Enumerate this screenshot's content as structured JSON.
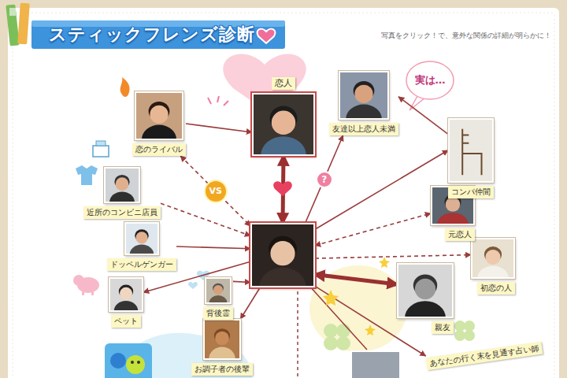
{
  "diagram": {
    "title": "スティックフレンズ診断",
    "nodes": [
      {
        "text": [
          "恋人"
        ]
      },
      {
        "text": [
          "友達以上恋人未満"
        ]
      },
      {
        "text": [
          "恋のライバル"
        ]
      },
      {
        "text": [
          "コンパ仲間"
        ]
      },
      {
        "text": [
          "近所のコンビニ店員"
        ]
      },
      {
        "text": [
          "元恋人"
        ]
      },
      {
        "text": []
      },
      {
        "text": [
          "ドッペルゲンガー"
        ]
      },
      {
        "text": [
          "初恋の人"
        ]
      },
      {
        "text": [
          "背後霊"
        ]
      },
      {
        "text": [
          "ペット"
        ]
      },
      {
        "text": [
          "親友"
        ]
      },
      {
        "text": [
          "お調子者の後輩"
        ]
      },
      {
        "text": [
          "あなたの行く末を見通す占い師"
        ]
      }
    ],
    "edges": [
      {
        "from": 0,
        "to": 6,
        "arrow": "both"
      },
      {
        "from": 2,
        "to": 0,
        "arrow": "to"
      },
      {
        "from": 2,
        "to": 6,
        "arrow": "both",
        "label": "VS"
      },
      {
        "from": 6,
        "to": 1,
        "arrow": "to",
        "label": "?"
      },
      {
        "from": 3,
        "to": 1,
        "arrow": "to"
      },
      {
        "from": 6,
        "to": 3,
        "arrow": "to"
      },
      {
        "from": 6,
        "to": 5,
        "arrow": "both"
      },
      {
        "from": 6,
        "to": 8,
        "arrow": "to"
      },
      {
        "from": 6,
        "to": 11,
        "arrow": "both"
      },
      {
        "from": 6,
        "to": 13,
        "arrow": "to"
      },
      {
        "from": 4,
        "to": 6,
        "arrow": "to"
      },
      {
        "from": 7,
        "to": 6,
        "arrow": "to"
      },
      {
        "from": 6,
        "to": 10,
        "arrow": "to"
      },
      {
        "from": 9,
        "to": 6,
        "arrow": "to"
      },
      {
        "from": 6,
        "to": 12,
        "arrow": "to"
      }
    ],
    "labels": [
      "写真をクリック！で、意外な関係の詳細が明らかに！",
      "実は…"
    ]
  }
}
